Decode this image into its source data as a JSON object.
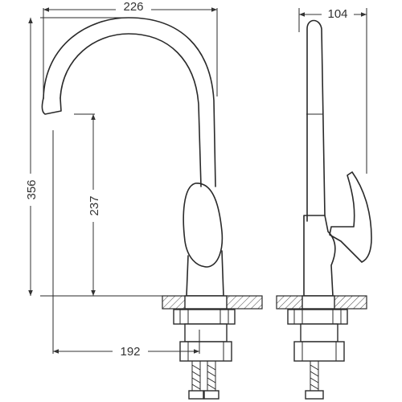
{
  "dimensions": {
    "spout_reach_width": "226",
    "side_depth": "104",
    "total_height": "356",
    "spout_height": "237",
    "base_to_spout_distance": "192"
  }
}
